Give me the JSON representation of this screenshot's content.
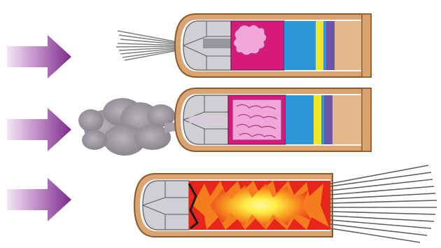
{
  "diagram": {
    "stages": [
      {
        "id": "stage-1",
        "step": "ejection-of-mucus"
      },
      {
        "id": "stage-2",
        "step": "smoke-release"
      },
      {
        "id": "stage-3",
        "step": "explosion-burst"
      }
    ],
    "colors": {
      "arrow": "#7b2b8a",
      "arrow_fade": "#f2e6f4",
      "tube_fill": "#d9a46f",
      "tube_stroke": "#8a5a2e",
      "cap_fill": "#cfcfd4",
      "pink_block": "#d61a7a",
      "brain_fill": "#f0a7d8",
      "brain_stroke": "#b0308a",
      "blue_block": "#2d96d6",
      "yellow_band": "#f2e62a",
      "purple_band": "#6d55a8",
      "smoke": "#8e8a90",
      "flame_outer": "#e8251b",
      "flame_mid": "#f57d1f",
      "flame_inner": "#fff04a",
      "spray_lines": "#6b6b6b"
    },
    "icons": [
      "arrow-icon",
      "smoke-cloud-icon",
      "explosion-icon",
      "spray-lines-icon"
    ]
  }
}
